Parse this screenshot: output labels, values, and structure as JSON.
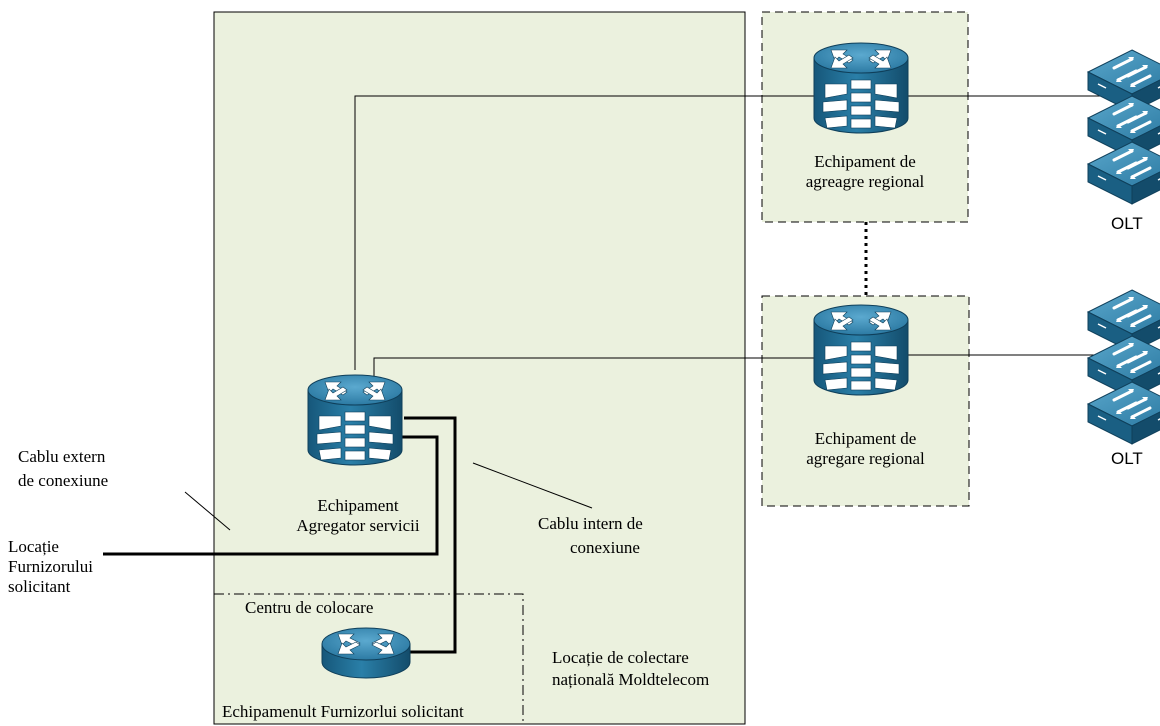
{
  "diagram": {
    "colors": {
      "zone_fill": "#ebf1de",
      "device_body": "#1f6f93",
      "device_top": "#3d8fb8",
      "line": "#000000"
    },
    "labels": {
      "regional_top_line1": "Echipament de",
      "regional_top_line2": "agreagre regional",
      "regional_bottom_line1": "Echipament de",
      "regional_bottom_line2": "agregare regional",
      "olt_top": "OLT",
      "olt_bottom": "OLT",
      "aggregator_line1": "Echipament",
      "aggregator_line2": "Agregator servicii",
      "external_cable_line1": "Cablu extern",
      "external_cable_line2": "de conexiune",
      "provider_location_line1": "Locație",
      "provider_location_line2": "Furnizorului",
      "provider_location_line3": "solicitant",
      "internal_cable_line1": "Cablu intern de",
      "internal_cable_line2": "conexiune",
      "colocation_center": "Centru de colocare",
      "provider_equipment": "Echipamenult Furnizorlui solicitant",
      "national_location_line1": "Locație de colectare",
      "national_location_line2": "națională Moldtelecom"
    },
    "icons": {
      "aggregator": "multilayer-switch-icon",
      "regional": "multilayer-switch-icon",
      "provider_router": "router-icon",
      "olt": "switch-stack-icon"
    }
  }
}
